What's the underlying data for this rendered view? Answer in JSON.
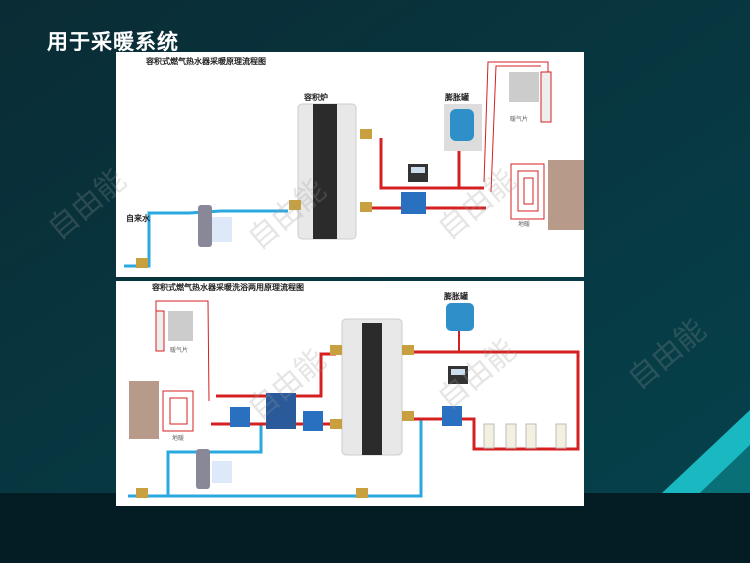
{
  "slide": {
    "title": "用于采暖系统"
  },
  "diagram1": {
    "title": "容积式燃气热水器采暖原理流程图",
    "boiler": "容积炉",
    "expansion_tank": "膨胀罐",
    "radiator": "暖气片",
    "floor_heating": "地暖",
    "tap_water": "自来水"
  },
  "diagram2": {
    "title": "容积式燃气热水器采暖洗浴两用原理流程图",
    "expansion_tank": "膨胀罐",
    "radiator": "暖气片",
    "floor_heating": "地暖"
  },
  "watermark": "自由能",
  "colors": {
    "hot_pipe": "#d42020",
    "cold_pipe": "#2aa8e0",
    "background": "#063843",
    "accent": "#1fc2c8"
  }
}
